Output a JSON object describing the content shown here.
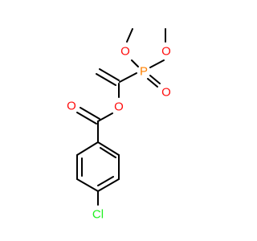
{
  "molecule": {
    "atoms": {
      "o_methoxy_1": {
        "label": "O",
        "color": "#FF0D0D"
      },
      "o_methoxy_2": {
        "label": "O",
        "color": "#FF0D0D"
      },
      "p": {
        "label": "P",
        "color": "#FF8000"
      },
      "o_phosphoryl": {
        "label": "O",
        "color": "#FF0D0D"
      },
      "o_ester": {
        "label": "O",
        "color": "#FF0D0D"
      },
      "o_carbonyl": {
        "label": "O",
        "color": "#FF0D0D"
      },
      "cl": {
        "label": "Cl",
        "color": "#1FF01F"
      }
    },
    "bond_color": "#000000"
  }
}
